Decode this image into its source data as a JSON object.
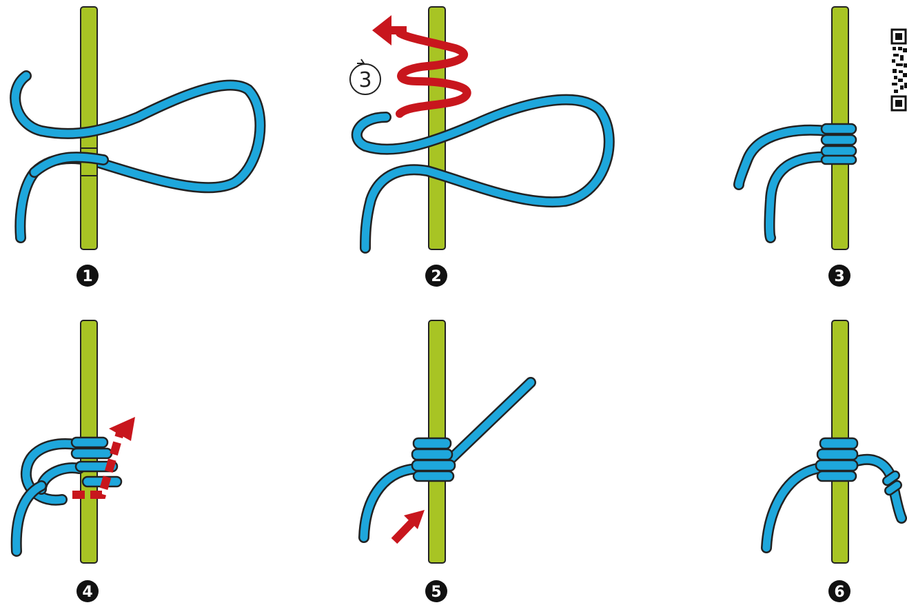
{
  "steps": [
    {
      "number": "1"
    },
    {
      "number": "2"
    },
    {
      "number": "3"
    },
    {
      "number": "4"
    },
    {
      "number": "5"
    },
    {
      "number": "6"
    }
  ],
  "wrap_count_label": "3",
  "colors": {
    "rope": "#1ea7dc",
    "rope_outline": "#222222",
    "pole": "#a8c424",
    "pole_outline": "#222222",
    "arrow": "#c8161d",
    "badge": "#111111",
    "badge_text": "#ffffff"
  },
  "icons": {
    "qr": "qr-code-icon",
    "rotation": "rotate-arrow-icon"
  }
}
